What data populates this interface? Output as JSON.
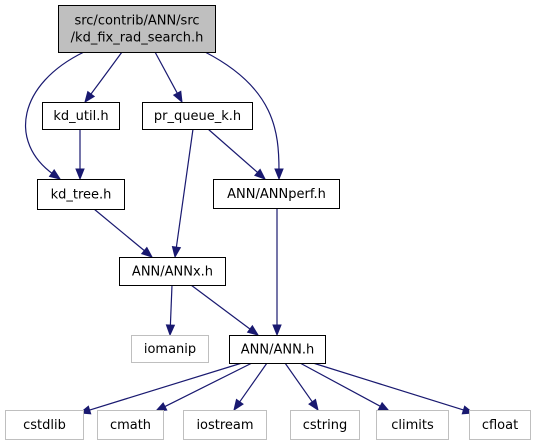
{
  "colors": {
    "edge": "#191970",
    "root_fill": "#bfbfbf",
    "node_border": "#000000",
    "system_border": "#bfbfbf"
  },
  "nodes": [
    {
      "id": "root",
      "kind": "root",
      "lines": [
        "src/contrib/ANN/src",
        "/kd_fix_rad_search.h"
      ]
    },
    {
      "id": "kd_util",
      "kind": "local",
      "lines": [
        "kd_util.h"
      ]
    },
    {
      "id": "pr_queue_k",
      "kind": "local",
      "lines": [
        "pr_queue_k.h"
      ]
    },
    {
      "id": "kd_tree",
      "kind": "local",
      "lines": [
        "kd_tree.h"
      ]
    },
    {
      "id": "annperf",
      "kind": "local",
      "lines": [
        "ANN/ANNperf.h"
      ]
    },
    {
      "id": "annx",
      "kind": "local",
      "lines": [
        "ANN/ANNx.h"
      ]
    },
    {
      "id": "iomanip",
      "kind": "system",
      "lines": [
        "iomanip"
      ]
    },
    {
      "id": "ann",
      "kind": "local",
      "lines": [
        "ANN/ANN.h"
      ]
    },
    {
      "id": "cstdlib",
      "kind": "system",
      "lines": [
        "cstdlib"
      ]
    },
    {
      "id": "cmath",
      "kind": "system",
      "lines": [
        "cmath"
      ]
    },
    {
      "id": "iostream",
      "kind": "system",
      "lines": [
        "iostream"
      ]
    },
    {
      "id": "cstring",
      "kind": "system",
      "lines": [
        "cstring"
      ]
    },
    {
      "id": "climits",
      "kind": "system",
      "lines": [
        "climits"
      ]
    },
    {
      "id": "cfloat",
      "kind": "system",
      "lines": [
        "cfloat"
      ]
    }
  ],
  "edges": [
    {
      "from": "root",
      "to": "kd_util"
    },
    {
      "from": "root",
      "to": "pr_queue_k"
    },
    {
      "from": "root",
      "to": "kd_tree"
    },
    {
      "from": "root",
      "to": "annperf"
    },
    {
      "from": "kd_util",
      "to": "kd_tree"
    },
    {
      "from": "pr_queue_k",
      "to": "annperf"
    },
    {
      "from": "pr_queue_k",
      "to": "annx"
    },
    {
      "from": "kd_tree",
      "to": "annx"
    },
    {
      "from": "annperf",
      "to": "ann"
    },
    {
      "from": "annx",
      "to": "iomanip"
    },
    {
      "from": "annx",
      "to": "ann"
    },
    {
      "from": "ann",
      "to": "cstdlib"
    },
    {
      "from": "ann",
      "to": "cmath"
    },
    {
      "from": "ann",
      "to": "iostream"
    },
    {
      "from": "ann",
      "to": "cstring"
    },
    {
      "from": "ann",
      "to": "climits"
    },
    {
      "from": "ann",
      "to": "cfloat"
    }
  ]
}
